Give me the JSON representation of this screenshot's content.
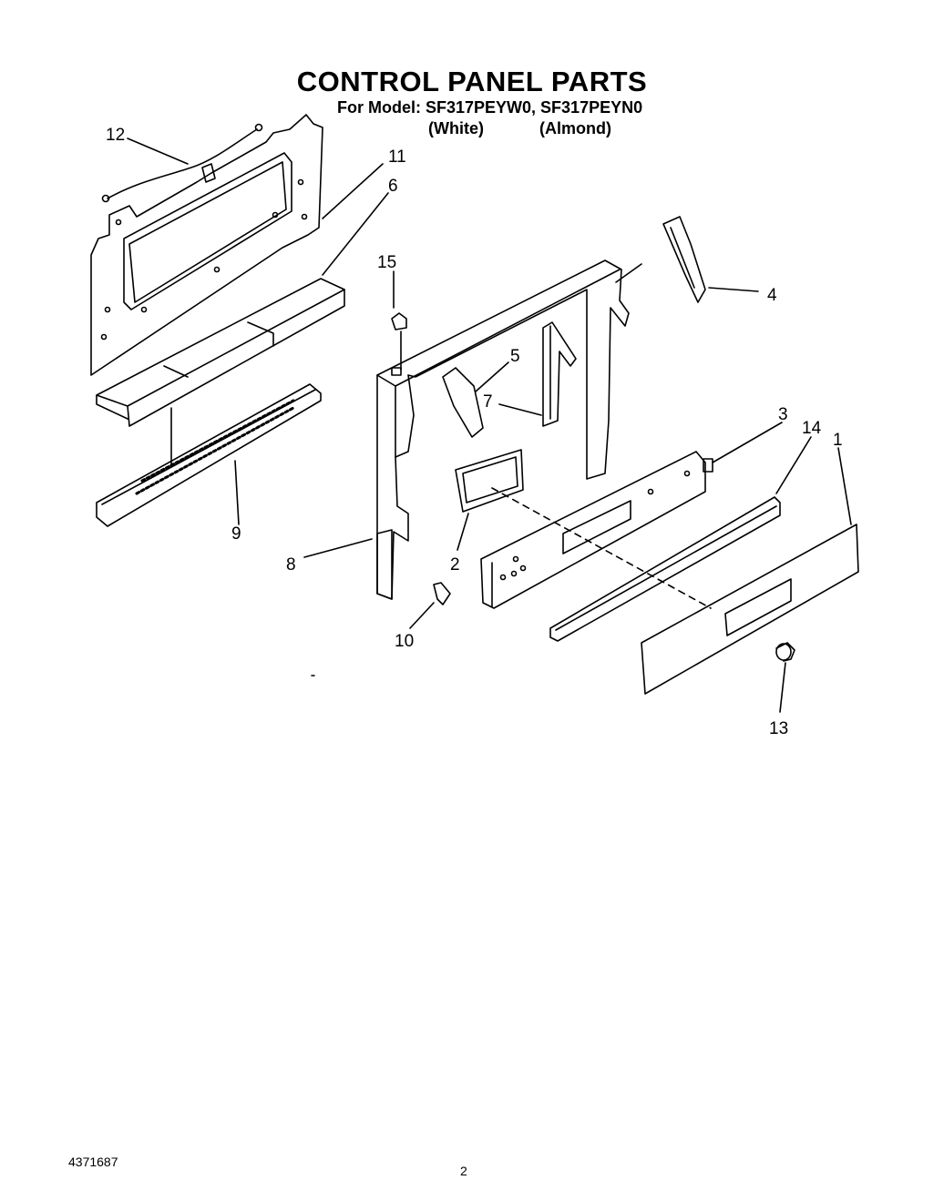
{
  "header": {
    "title": "CONTROL PANEL PARTS",
    "model_line": "For Model: SF317PEYW0, SF317PEYN0",
    "variants": [
      "(White)",
      "(Almond)"
    ]
  },
  "diagram": {
    "part_labels": [
      "1",
      "2",
      "3",
      "4",
      "5",
      "6",
      "7",
      "8",
      "9",
      "10",
      "11",
      "12",
      "13",
      "14",
      "15"
    ]
  },
  "footer": {
    "doc_number": "4371687",
    "page_number": "2"
  }
}
